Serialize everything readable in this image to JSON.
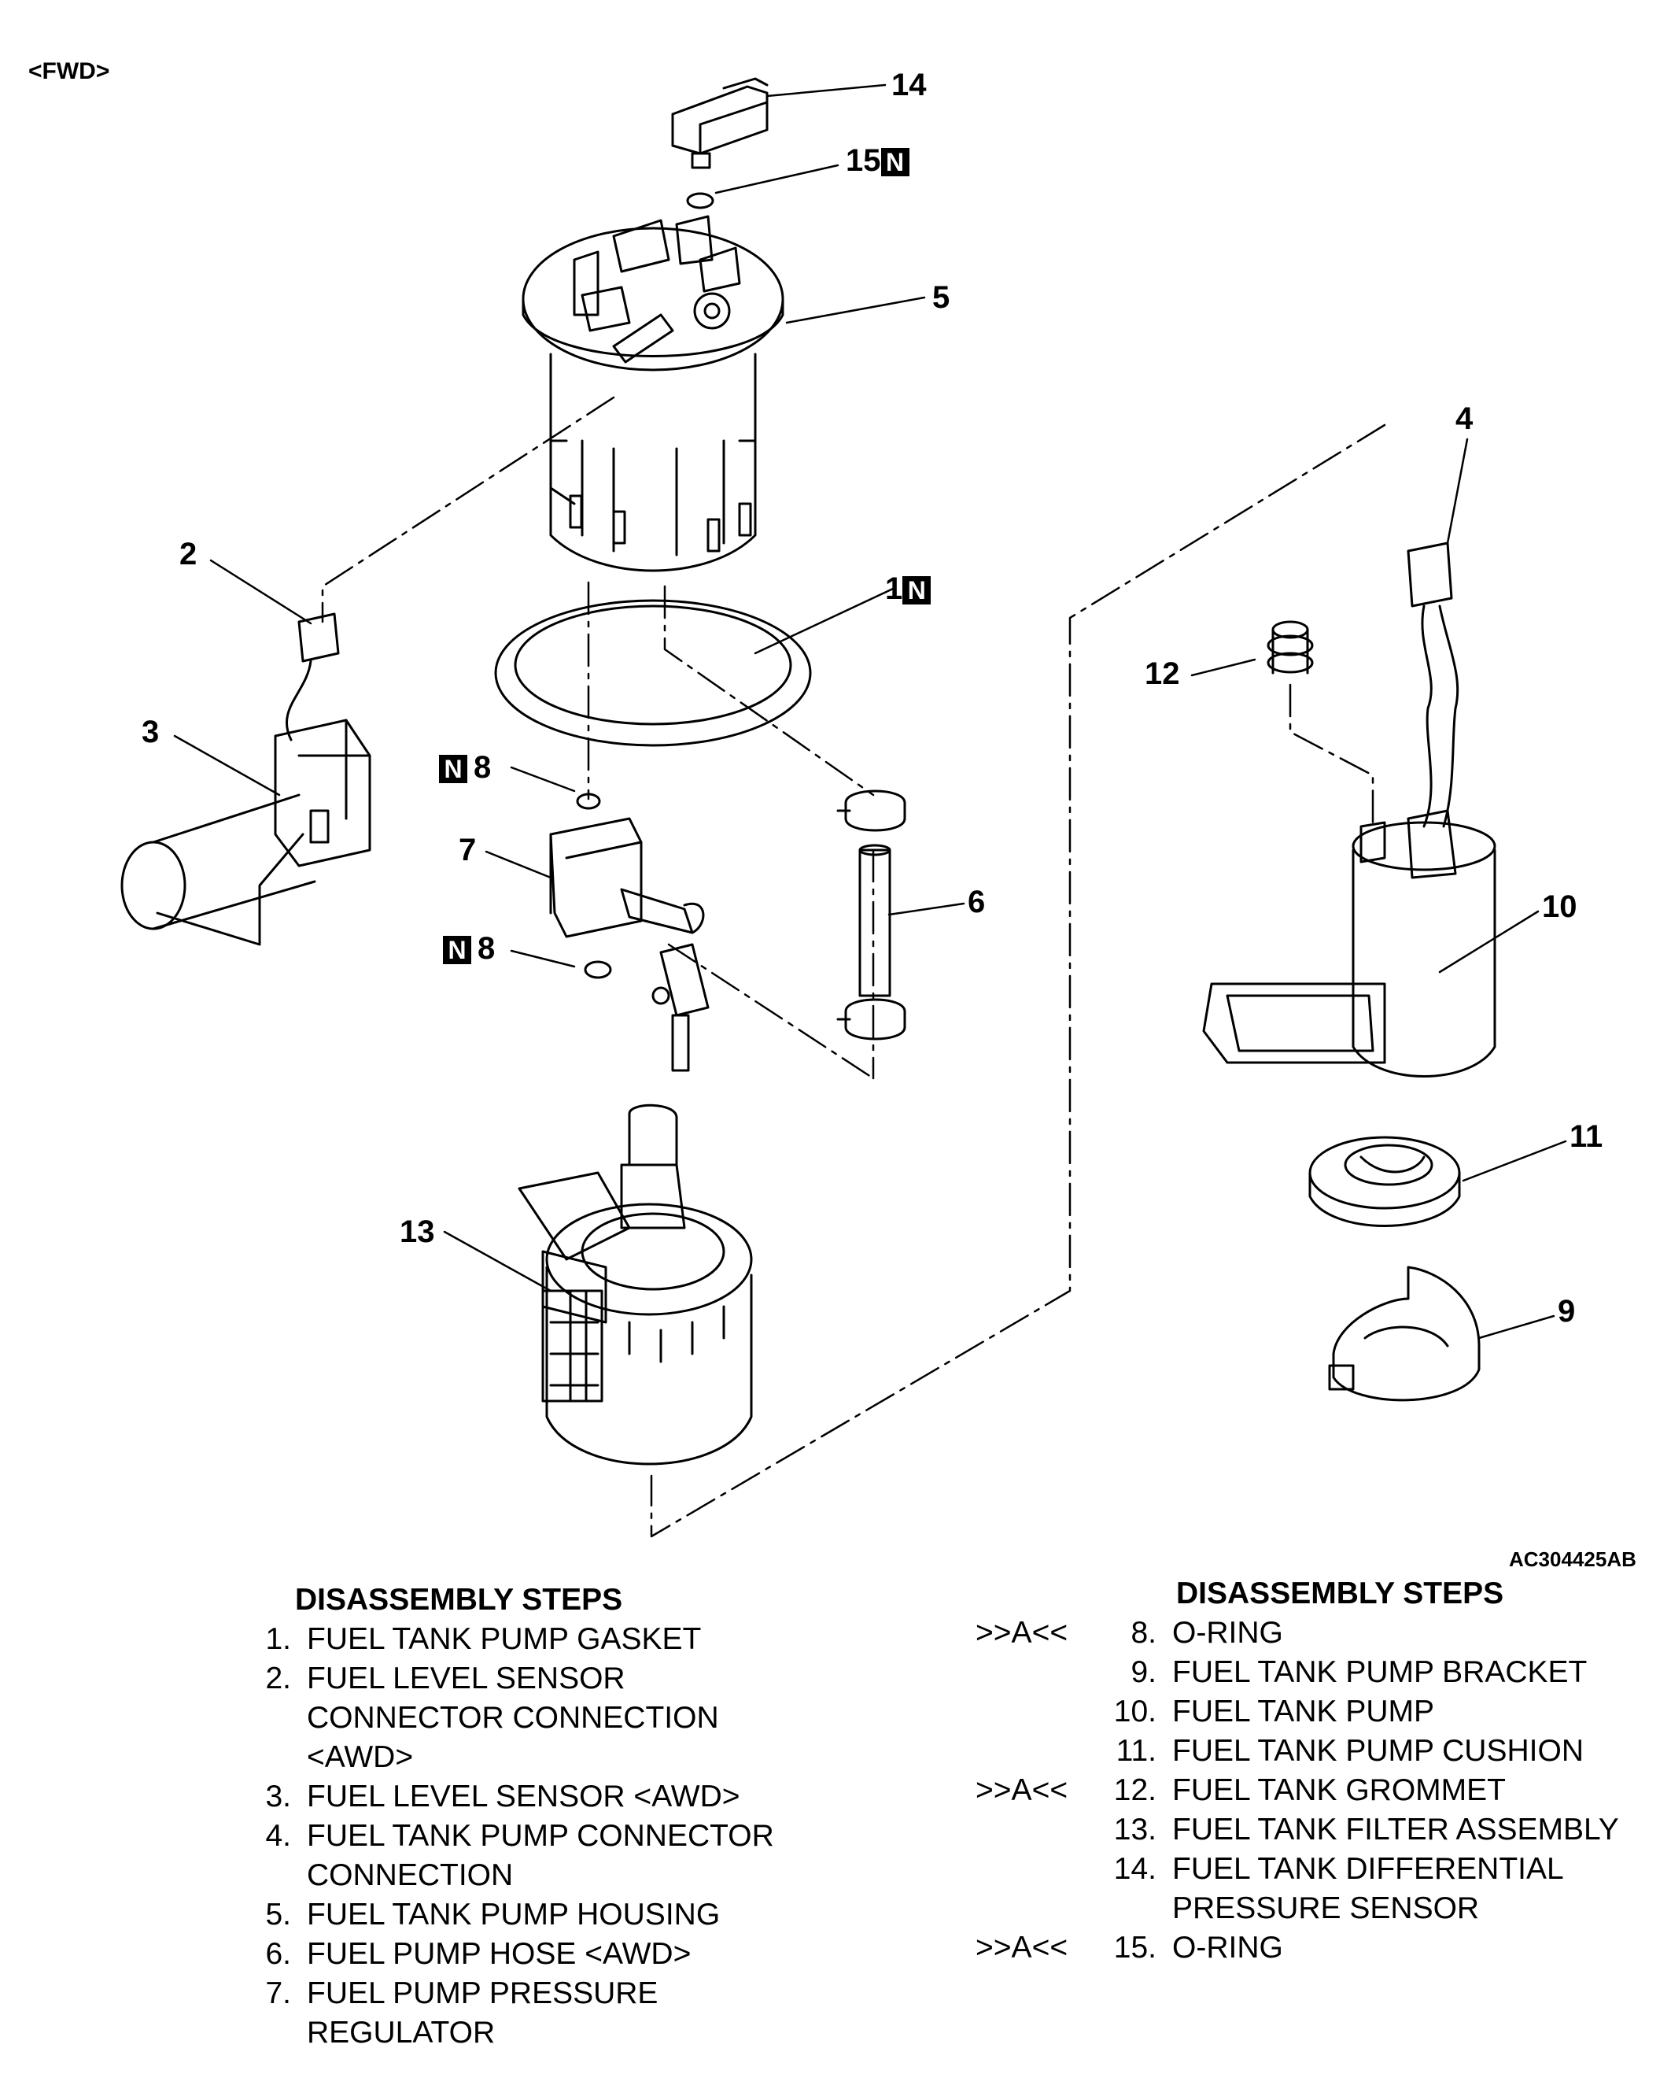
{
  "corner_label": "<FWD>",
  "figure_code": "AC304425AB",
  "callouts": [
    {
      "id": "c14",
      "text": "14",
      "n_badge": false
    },
    {
      "id": "c15",
      "text": "15",
      "n_badge": true
    },
    {
      "id": "c5",
      "text": "5",
      "n_badge": false
    },
    {
      "id": "c2",
      "text": "2",
      "n_badge": false
    },
    {
      "id": "c1",
      "text": "1",
      "n_badge": true
    },
    {
      "id": "c3",
      "text": "3",
      "n_badge": false
    },
    {
      "id": "c8a",
      "text": "8",
      "n_badge": true
    },
    {
      "id": "c7",
      "text": "7",
      "n_badge": false
    },
    {
      "id": "c8b",
      "text": "8",
      "n_badge": true
    },
    {
      "id": "c6",
      "text": "6",
      "n_badge": false
    },
    {
      "id": "c13",
      "text": "13",
      "n_badge": false
    },
    {
      "id": "c4",
      "text": "4",
      "n_badge": false
    },
    {
      "id": "c12",
      "text": "12",
      "n_badge": false
    },
    {
      "id": "c10",
      "text": "10",
      "n_badge": false
    },
    {
      "id": "c11",
      "text": "11",
      "n_badge": false
    },
    {
      "id": "c9",
      "text": "9",
      "n_badge": false
    }
  ],
  "badge_letter": "N",
  "steps_left": {
    "heading": "DISASSEMBLY STEPS",
    "items": [
      {
        "marker": "",
        "num": "1.",
        "text": "FUEL TANK PUMP GASKET"
      },
      {
        "marker": "",
        "num": "2.",
        "text": "FUEL LEVEL SENSOR CONNECTOR CONNECTION <AWD>"
      },
      {
        "marker": "",
        "num": "3.",
        "text": "FUEL LEVEL SENSOR <AWD>"
      },
      {
        "marker": "",
        "num": "4.",
        "text": "FUEL TANK PUMP CONNECTOR CONNECTION"
      },
      {
        "marker": "",
        "num": "5.",
        "text": "FUEL TANK PUMP HOUSING"
      },
      {
        "marker": "",
        "num": "6.",
        "text": "FUEL PUMP HOSE <AWD>"
      },
      {
        "marker": "",
        "num": "7.",
        "text": "FUEL PUMP PRESSURE REGULATOR"
      }
    ]
  },
  "steps_right": {
    "heading": "DISASSEMBLY STEPS",
    "items": [
      {
        "marker": ">>A<<",
        "num": "8.",
        "text": "O-RING"
      },
      {
        "marker": "",
        "num": "9.",
        "text": "FUEL TANK PUMP BRACKET"
      },
      {
        "marker": "",
        "num": "10.",
        "text": "FUEL TANK PUMP"
      },
      {
        "marker": "",
        "num": "11.",
        "text": "FUEL TANK PUMP CUSHION"
      },
      {
        "marker": ">>A<<",
        "num": "12.",
        "text": "FUEL TANK GROMMET"
      },
      {
        "marker": "",
        "num": "13.",
        "text": "FUEL TANK FILTER ASSEMBLY"
      },
      {
        "marker": "",
        "num": "14.",
        "text": "FUEL TANK DIFFERENTIAL PRESSURE SENSOR"
      },
      {
        "marker": ">>A<<",
        "num": "15.",
        "text": "O-RING"
      }
    ]
  }
}
